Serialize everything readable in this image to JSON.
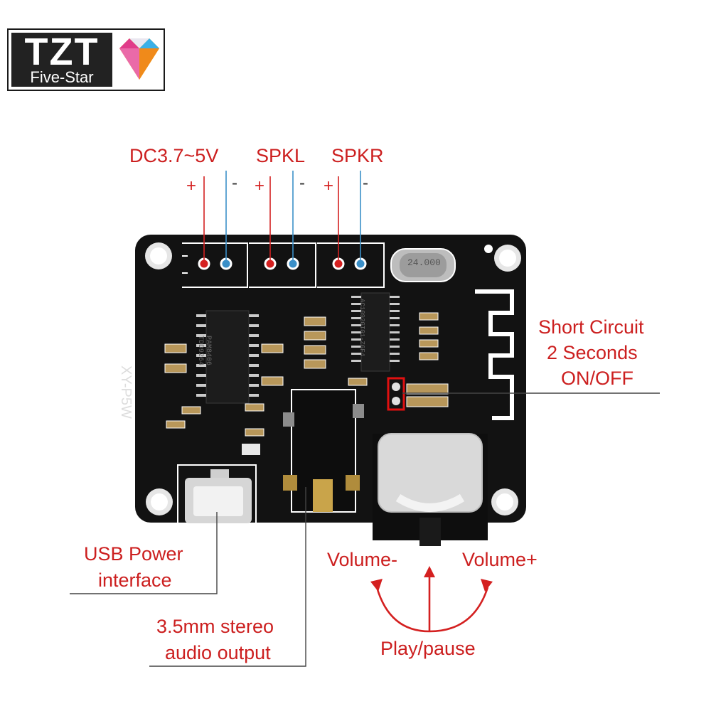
{
  "logo": {
    "brand": "TZT",
    "tagline": "Five-Star"
  },
  "board": {
    "silkscreen": "XY-P5W",
    "crystal": "24.000",
    "chip1": "PAM8406 TDD9264",
    "chip2": "AC1092GTG1-Z6F4"
  },
  "labels": {
    "power": "DC3.7~5V",
    "spkl": "SPKL",
    "spkr": "SPKR",
    "plus": "+",
    "minus": "-",
    "short_circuit": [
      "Short Circuit",
      "2 Seconds",
      "ON/OFF"
    ],
    "usb": [
      "USB Power",
      "interface"
    ],
    "audio_out": [
      "3.5mm stereo",
      "audio output"
    ],
    "volume_minus": "Volume-",
    "volume_plus": "Volume+",
    "play_pause": "Play/pause"
  },
  "colors": {
    "label_red": "#cc1f1f",
    "wire_blue": "#3a8fc8",
    "board": "#121212",
    "plus_red": "#d42020",
    "minus_gray": "#555555"
  }
}
